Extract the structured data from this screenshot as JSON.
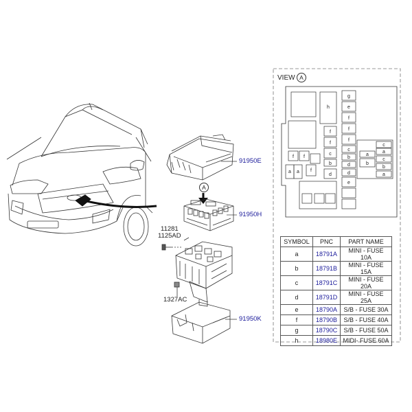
{
  "view": {
    "title": "VIEW",
    "marker": "A"
  },
  "arrow_marker": "A",
  "callouts": {
    "cover": "91950E",
    "block": "91950H",
    "bolt_code": "11281",
    "bolt_code2": "1125AD",
    "nut": "1327AC",
    "lower": "91950K"
  },
  "fuse_labels": {
    "col1": [
      "g",
      "e",
      "f",
      "f",
      "f",
      "c",
      "b",
      "d",
      "d",
      "e"
    ],
    "left": [
      "f",
      "f",
      "a",
      "a",
      "f",
      "d"
    ],
    "right": [
      "c",
      "a",
      "c",
      "b",
      "a"
    ],
    "h": "h",
    "e_top": "e"
  },
  "table": {
    "headers": [
      "SYMBOL",
      "PNC",
      "PART NAME"
    ],
    "rows": [
      [
        "a",
        "18791A",
        "MINI - FUSE 10A"
      ],
      [
        "b",
        "18791B",
        "MINI - FUSE 15A"
      ],
      [
        "c",
        "18791C",
        "MINI - FUSE 20A"
      ],
      [
        "d",
        "18791D",
        "MINI - FUSE 25A"
      ],
      [
        "e",
        "18790A",
        "S/B - FUSE 30A"
      ],
      [
        "f",
        "18790B",
        "S/B - FUSE 40A"
      ],
      [
        "g",
        "18790C",
        "S/B - FUSE 50A"
      ],
      [
        "h",
        "18980E",
        "MIDI- FUSE 60A"
      ]
    ]
  }
}
